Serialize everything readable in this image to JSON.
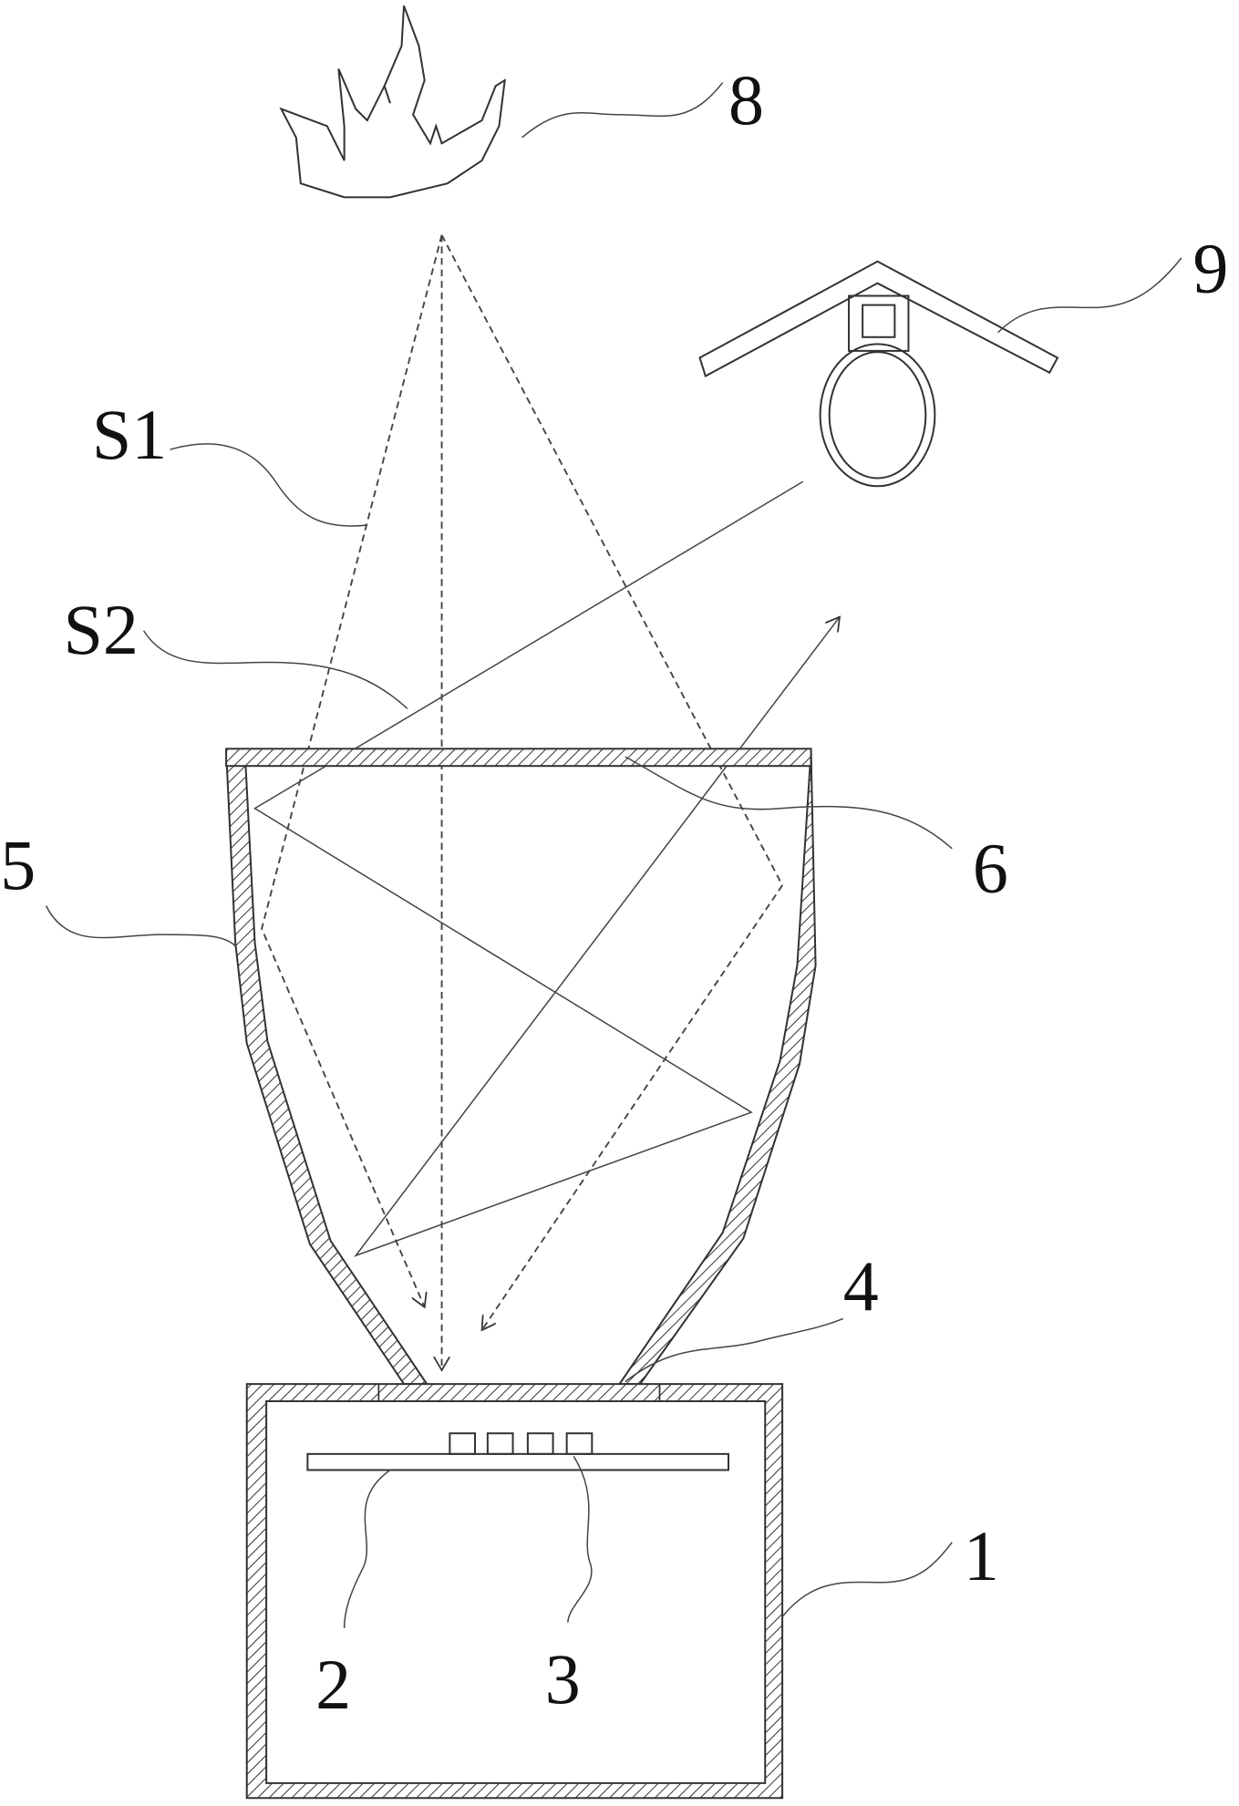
{
  "labels": {
    "flame": "8",
    "camera": "9",
    "s1": "S1",
    "s2": "S2",
    "cover": "5",
    "window": "6",
    "base_window": "4",
    "housing": "1",
    "board": "2",
    "sensors": "3"
  }
}
